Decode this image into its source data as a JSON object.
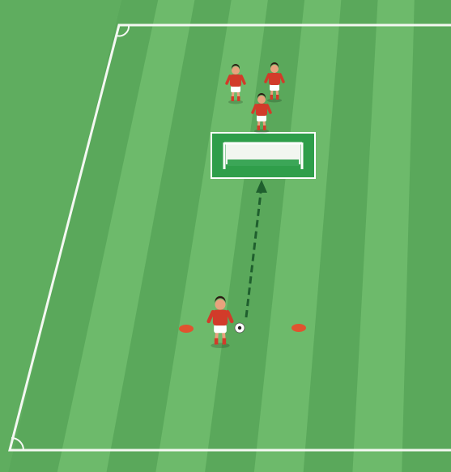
{
  "pitch": {
    "grass_light": "#6dba6b",
    "grass_dark": "#5aa85b",
    "line_color": "#f4f8f2",
    "stripe_count": 9
  },
  "goal": {
    "box_color": "#2f9e4a",
    "net_color": "#f2f6f0",
    "post_color": "#ffffff"
  },
  "players": [
    {
      "id": "waiting-player-1",
      "role": "waiting",
      "kit": "#d23b2a",
      "shorts": "#ffffff"
    },
    {
      "id": "waiting-player-2",
      "role": "waiting",
      "kit": "#d23b2a",
      "shorts": "#ffffff"
    },
    {
      "id": "waiting-player-3",
      "role": "waiting",
      "kit": "#d23b2a",
      "shorts": "#ffffff"
    },
    {
      "id": "shooting-player",
      "role": "shooter",
      "kit": "#d23b2a",
      "shorts": "#ffffff"
    }
  ],
  "cones": {
    "count": 2,
    "color": "#e0532f"
  },
  "ball": {
    "color": "#ffffff",
    "patch_color": "#222222"
  },
  "shot": {
    "type": "shot-arrow",
    "from": "ball",
    "to": "goal",
    "color": "#1f5f2e"
  }
}
